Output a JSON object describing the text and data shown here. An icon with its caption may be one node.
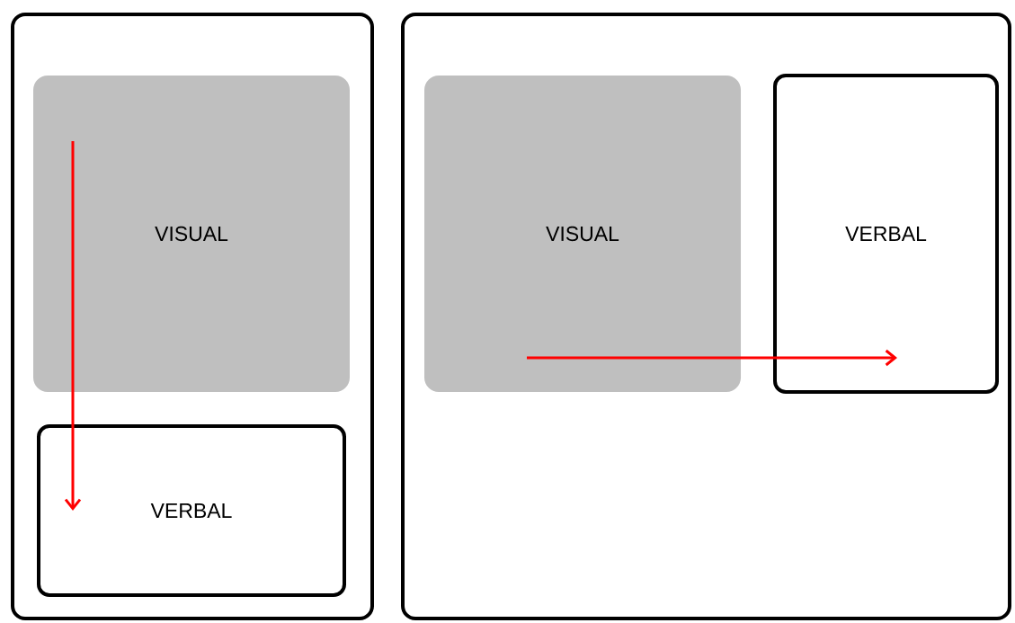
{
  "diagram": {
    "nodes": [
      {
        "text": [],
        "shape": "box"
      },
      {
        "text": [
          "VISUAL"
        ],
        "in": 0
      },
      {
        "text": [
          "VERBAL"
        ],
        "in": 0
      },
      {
        "text": [],
        "shape": "box"
      },
      {
        "text": [
          "VISUAL"
        ],
        "in": 3
      },
      {
        "text": [
          "VERBAL"
        ],
        "in": 3
      }
    ],
    "edges": [
      {
        "from": 1,
        "to": 2,
        "arrow": "to",
        "color": "#ff0000"
      },
      {
        "from": 4,
        "to": 5,
        "arrow": "to",
        "color": "#ff0000"
      }
    ]
  }
}
